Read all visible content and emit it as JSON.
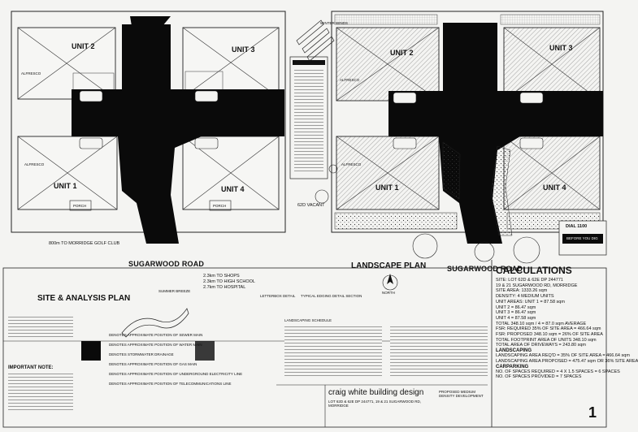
{
  "left_plan": {
    "units": [
      "UNIT 1",
      "UNIT 2",
      "UNIT 3",
      "UNIT 4"
    ],
    "alfresco": "ALFRESCO",
    "porch": "PORCH",
    "road": "SUGARWOOD ROAD",
    "title": "SITE & ANALYSIS PLAN",
    "golf": "800m TO MORRIDGE GOLF CLUB",
    "distances": [
      "2.3km TO SHOPS",
      "2.3km TO HIGH SCHOOL",
      "2.7km TO HOSPITAL"
    ],
    "summer": "SUMMER BREEZE",
    "winter": "WINTER WINDS",
    "vacant": "62D VACANT",
    "notes_title": "IMPORTANT NOTE:"
  },
  "right_plan": {
    "units": [
      "UNIT 1",
      "UNIT 2",
      "UNIT 3",
      "UNIT 4"
    ],
    "alfresco": "ALFRESCO",
    "road": "SUGARWOOD ROAD",
    "title": "LANDSCAPE PLAN",
    "letterbox": "LETTERBOX DETAIL",
    "typical": "TYPICAL EDGING DETAIL SECTION",
    "north": "NORTH",
    "schedule": "LANDSCAPING SCHEDULE"
  },
  "calculations": {
    "title": "CALCULATIONS",
    "rows": [
      "SITE:        LOT 62D & 62E DP 244771",
      "             19 & 21 SUGARWOOD RD, MORRIDGE",
      "SITE AREA:   1333.26 sqm",
      "DENSITY:     4 MEDIUM UNITS",
      "UNIT AREAS:  UNIT 1 = 87.58 sqm",
      "             UNIT 2 = 86.47 sqm",
      "             UNIT 3 = 86.47 sqm",
      "             UNIT 4 = 87.58 sqm",
      "TOTAL        348.10 sqm / 4 = 87.0 sqm AVERAGE",
      "FSR: REQUIRED 35% OF SITE AREA = 466.64 sqm",
      "FSR: PROPOSED 348.10 sqm = 26% OF SITE AREA",
      "TOTAL FOOTPRINT AREA OF UNITS 348.10 sqm",
      "TOTAL AREA OF DRIVEWAYS = 243.80 sqm"
    ],
    "landscaping_title": "LANDSCAPING",
    "landscaping": [
      "LANDSCAPING AREA REQ'D = 35% OF SITE AREA = 466.64 sqm",
      "LANDSCAPING AREA PROPOSED = 475.47 sqm OR 36% SITE AREA"
    ],
    "carparking_title": "CARPARKING",
    "carparking": [
      "NO. OF SPACES REQUIRED = 4 X 1.5 SPACES = 6 SPACES",
      "NO. OF SPACES PROVIDED = 7 SPACES"
    ]
  },
  "title_block": {
    "company": "craig white building design",
    "project": "PROPOSED MEDIUM DENSITY DEVELOPMENT",
    "address": "LOT 62D & 62E DP 244771, 19 & 21 SUGARWOOD RD, MORRIDGE",
    "sheet": "1",
    "dial": "DIAL 1100",
    "dial_sub": "BEFORE YOU DIG"
  },
  "legend": [
    "DENOTES APPROXIMATE POSITION OF SEWER MAIN",
    "DENOTES APPROXIMATE POSITION OF WATER MAIN",
    "DENOTES STORMWATER DRAINAGE",
    "DENOTES APPROXIMATE POSITION OF GAS MAIN",
    "DENOTES APPROXIMATE POSITION OF UNDERGROUND ELECTRICITY LINE",
    "DENOTES APPROXIMATE POSITION OF TELECOMMUNICATIONS LINE"
  ],
  "colors": {
    "paper": "#f4f4f2",
    "ink": "#111111",
    "driveway": "#0a0a0a"
  }
}
